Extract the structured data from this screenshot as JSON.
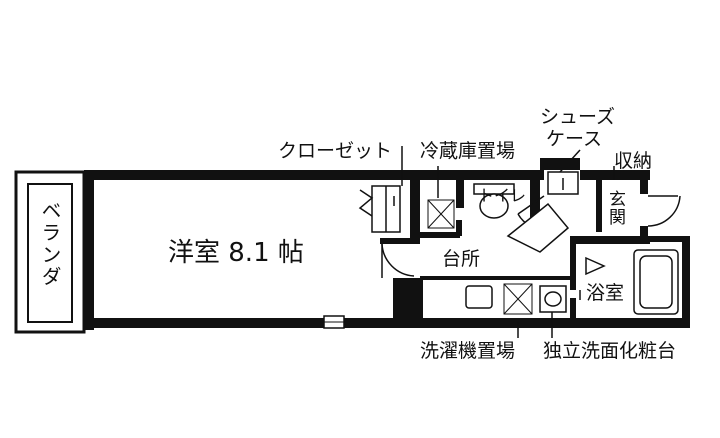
{
  "labels": {
    "balcony": "ベランダ",
    "western_room": "洋室 8.1 帖",
    "closet": "クローゼット",
    "fridge_space": "冷蔵庫置場",
    "shoe_case_line1": "シューズ",
    "shoe_case_line2": "ケース",
    "storage": "収納",
    "toilet": "トイレ",
    "entrance": "玄関",
    "kitchen": "台所",
    "bathroom": "浴室",
    "washer_space": "洗濯機置場",
    "vanity": "独立洗面化粧台"
  }
}
